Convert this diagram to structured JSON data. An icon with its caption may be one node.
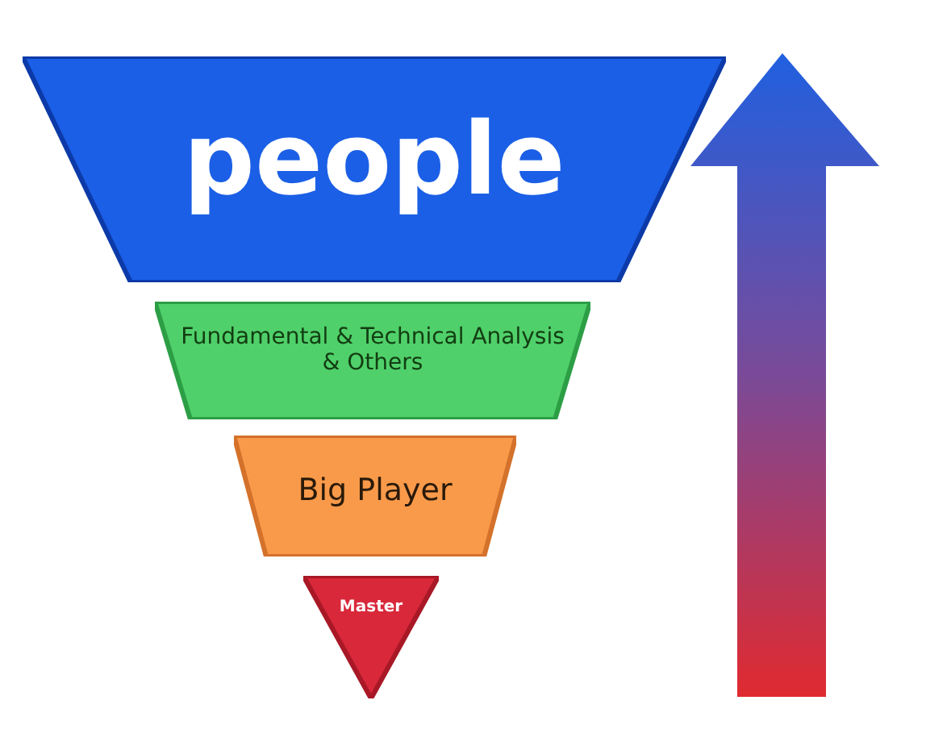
{
  "diagram": {
    "nodes": [
      {
        "text": [
          "people"
        ]
      },
      {
        "text": [
          "Fundamental & Technical Analysis & Others"
        ]
      },
      {
        "text": [
          "Big Player"
        ]
      },
      {
        "text": [
          "Master"
        ]
      }
    ],
    "edges": []
  }
}
